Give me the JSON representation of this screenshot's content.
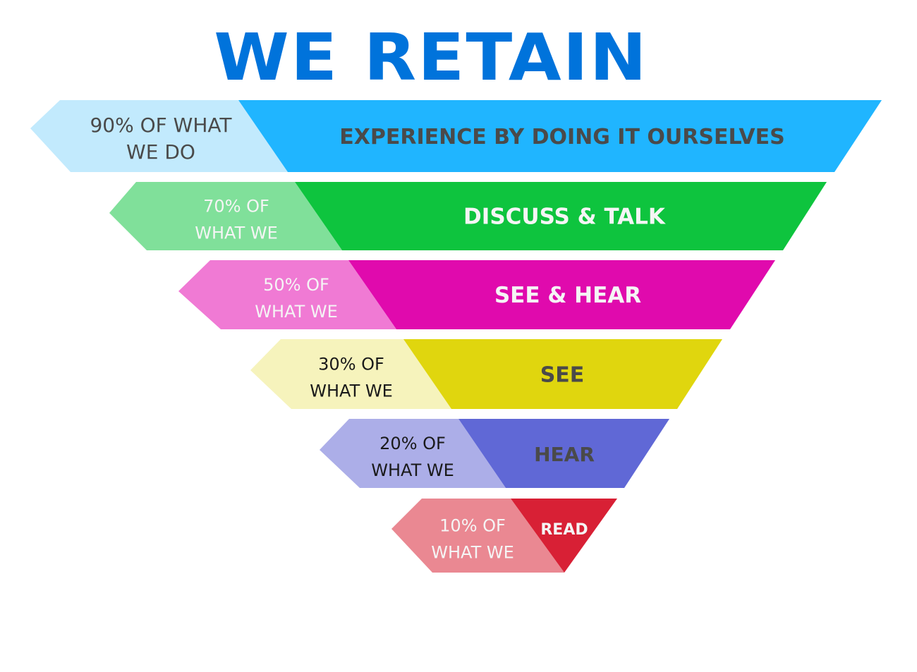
{
  "title": "WE RETAIN",
  "colors": {
    "title": "#0073db"
  },
  "levels": [
    {
      "percent_line1": "90% OF WHAT",
      "percent_line2": "WE DO",
      "activity": "EXPERIENCE BY DOING IT OURSELVES",
      "retention_percent": 90,
      "dark": "#20b5ff",
      "light": "#c2eafd",
      "pct_text": "#4a4a4a",
      "act_text": "#4a4a4a"
    },
    {
      "percent_line1": "70% OF",
      "percent_line2": "WHAT WE",
      "activity": "DISCUSS & TALK",
      "retention_percent": 70,
      "dark": "#0ec43e",
      "light": "#80e09a",
      "pct_text": "#f5f5f5",
      "act_text": "#f5f5f5"
    },
    {
      "percent_line1": "50% OF",
      "percent_line2": "WHAT WE",
      "activity": "SEE & HEAR",
      "retention_percent": 50,
      "dark": "#e00aad",
      "light": "#f07ad4",
      "pct_text": "#f5f5f5",
      "act_text": "#f5f5f5"
    },
    {
      "percent_line1": "30% OF",
      "percent_line2": "WHAT WE",
      "activity": "SEE",
      "retention_percent": 30,
      "dark": "#e0d60e",
      "light": "#f6f3bc",
      "pct_text": "#1a1a1a",
      "act_text": "#4a4a4a"
    },
    {
      "percent_line1": "20% OF",
      "percent_line2": "WHAT WE",
      "activity": "HEAR",
      "retention_percent": 20,
      "dark": "#6068d6",
      "light": "#acaee8",
      "pct_text": "#1a1a1a",
      "act_text": "#4a4a4a"
    },
    {
      "percent_line1": "10% OF",
      "percent_line2": "WHAT WE",
      "activity": "READ",
      "retention_percent": 10,
      "dark": "#d82035",
      "light": "#ea8892",
      "pct_text": "#f5f5f5",
      "act_text": "#f5f5f5"
    }
  ]
}
